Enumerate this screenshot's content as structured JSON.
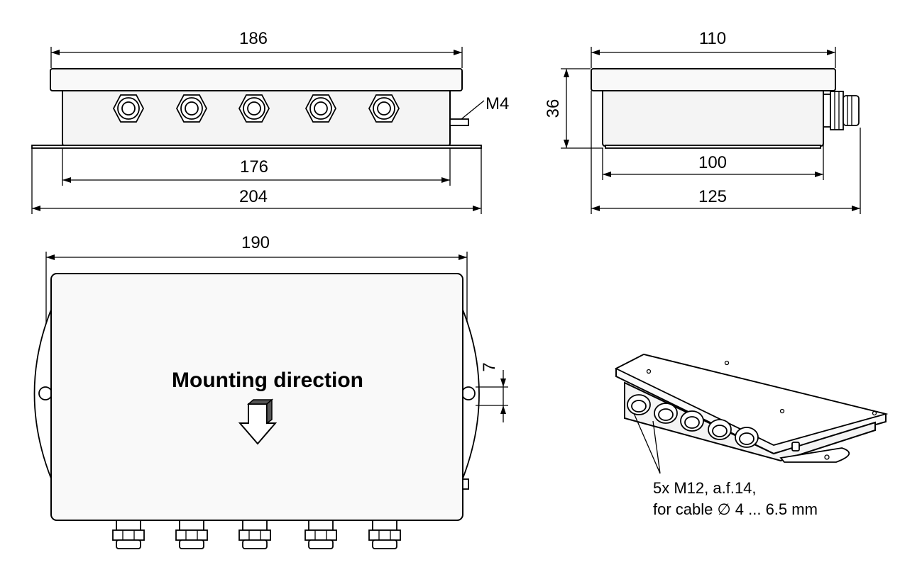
{
  "front_view": {
    "dims": {
      "lid_width": "186",
      "body_width": "176",
      "plate_width": "204",
      "screw": "M4"
    }
  },
  "side_view": {
    "dims": {
      "lid_width": "110",
      "height": "36",
      "body_width": "100",
      "overall_width": "125"
    }
  },
  "top_view": {
    "dims": {
      "width": "190",
      "hole_offset": "7"
    },
    "mounting_label": "Mounting direction"
  },
  "iso_view": {
    "note_line1": "5x M12, a.f.14,",
    "note_line2": "for cable ∅ 4 ... 6.5 mm"
  }
}
